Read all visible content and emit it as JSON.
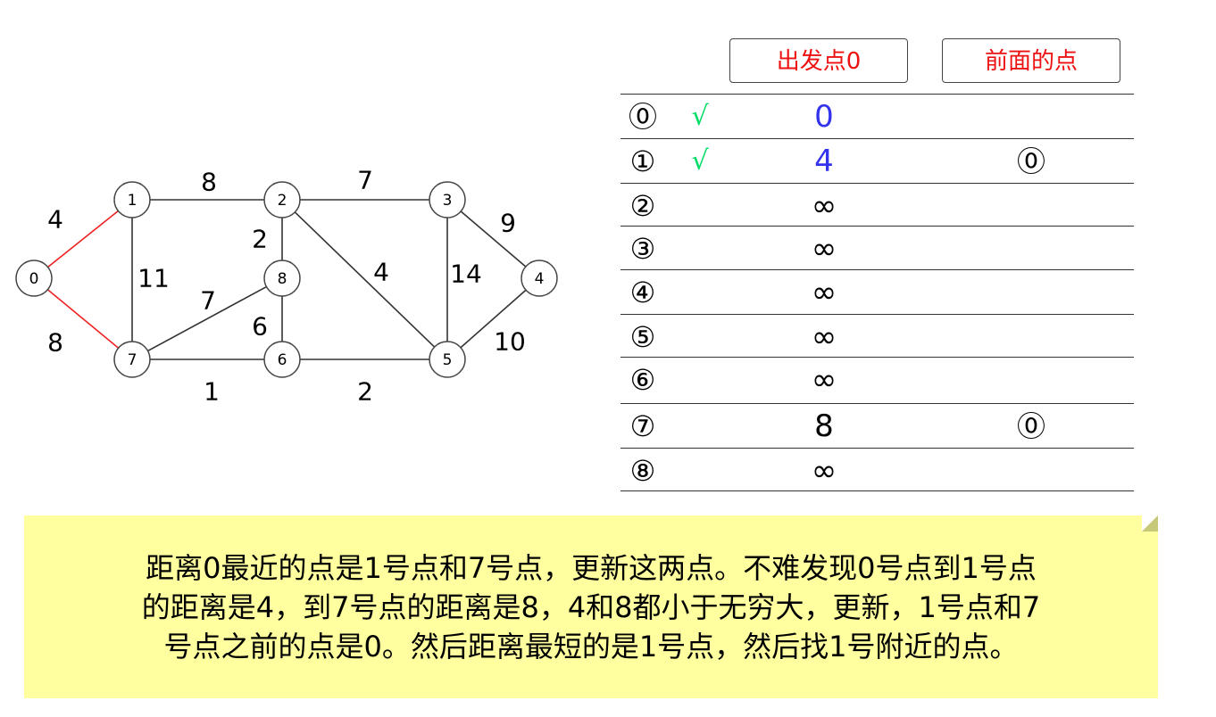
{
  "graph": {
    "nodes": [
      "0",
      "1",
      "2",
      "3",
      "4",
      "5",
      "6",
      "7",
      "8"
    ],
    "edges": [
      {
        "from": "0",
        "to": "1",
        "weight": "4",
        "highlight": true
      },
      {
        "from": "0",
        "to": "7",
        "weight": "8",
        "highlight": true
      },
      {
        "from": "1",
        "to": "2",
        "weight": "8",
        "highlight": false
      },
      {
        "from": "1",
        "to": "7",
        "weight": "11",
        "highlight": false
      },
      {
        "from": "2",
        "to": "3",
        "weight": "7",
        "highlight": false
      },
      {
        "from": "2",
        "to": "8",
        "weight": "2",
        "highlight": false
      },
      {
        "from": "2",
        "to": "5",
        "weight": "4",
        "highlight": false
      },
      {
        "from": "3",
        "to": "4",
        "weight": "9",
        "highlight": false
      },
      {
        "from": "3",
        "to": "5",
        "weight": "14",
        "highlight": false
      },
      {
        "from": "4",
        "to": "5",
        "weight": "10",
        "highlight": false
      },
      {
        "from": "7",
        "to": "8",
        "weight": "7",
        "highlight": false
      },
      {
        "from": "8",
        "to": "6",
        "weight": "6",
        "highlight": false
      },
      {
        "from": "7",
        "to": "6",
        "weight": "1",
        "highlight": false
      },
      {
        "from": "6",
        "to": "5",
        "weight": "2",
        "highlight": false
      }
    ],
    "colors": {
      "highlight_edge": "#ee2222",
      "edge": "#333333",
      "node_stroke": "#444444"
    }
  },
  "table": {
    "header_start": "出发点0",
    "header_prev": "前面的点",
    "rows": [
      {
        "index": "⓪",
        "check": "√",
        "distance": "0",
        "prev": "",
        "updated": true
      },
      {
        "index": "①",
        "check": "√",
        "distance": "4",
        "prev": "⓪",
        "updated": true
      },
      {
        "index": "②",
        "check": "",
        "distance": "∞",
        "prev": "",
        "updated": false
      },
      {
        "index": "③",
        "check": "",
        "distance": "∞",
        "prev": "",
        "updated": false
      },
      {
        "index": "④",
        "check": "",
        "distance": "∞",
        "prev": "",
        "updated": false
      },
      {
        "index": "⑤",
        "check": "",
        "distance": "∞",
        "prev": "",
        "updated": false
      },
      {
        "index": "⑥",
        "check": "",
        "distance": "∞",
        "prev": "",
        "updated": false
      },
      {
        "index": "⑦",
        "check": "",
        "distance": "8",
        "prev": "⓪",
        "updated": false
      },
      {
        "index": "⑧",
        "check": "",
        "distance": "∞",
        "prev": "",
        "updated": false
      }
    ],
    "colors": {
      "header_text": "#ee1111",
      "check": "#00dd66",
      "visited_distance": "#3333ee",
      "distance": "#000000"
    }
  },
  "note": {
    "lines": [
      "距离0最近的点是1号点和7号点，更新这两点。不难发现0号点到1号点",
      "的距离是4，到7号点的距离是8，4和8都小于无穷大，更新，1号点和7",
      "号点之前的点是0。然后距离最短的是1号点，然后找1号附近的点。"
    ],
    "background": "#ffff9f"
  }
}
